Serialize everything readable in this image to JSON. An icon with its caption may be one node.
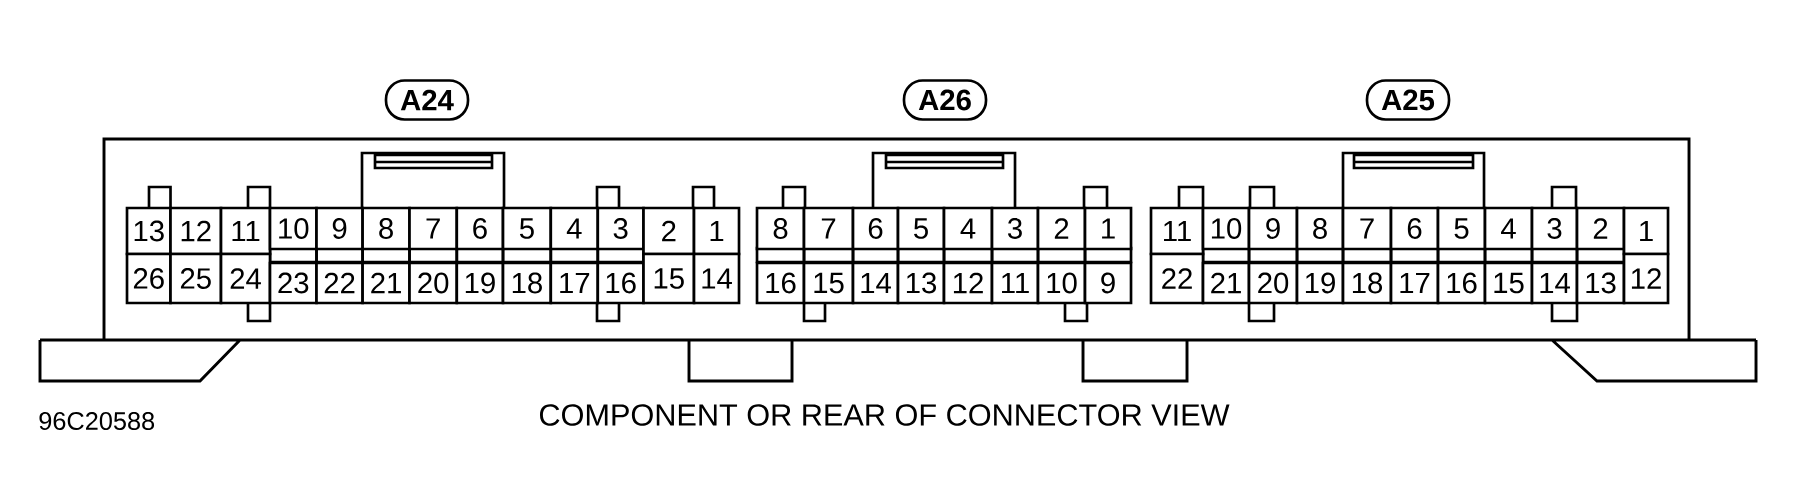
{
  "diagram": {
    "caption": "COMPONENT OR REAR OF CONNECTOR VIEW",
    "nodes": [
      {
        "text": [
          "A24"
        ]
      },
      {
        "text": [
          "A26"
        ]
      },
      {
        "text": [
          "A25"
        ]
      }
    ],
    "labels": [
      "13",
      "12",
      "11",
      "10",
      "9",
      "8",
      "7",
      "6",
      "5",
      "4",
      "3",
      "2",
      "1",
      "26",
      "25",
      "24",
      "23",
      "22",
      "21",
      "20",
      "19",
      "18",
      "17",
      "16",
      "15",
      "14",
      "8",
      "7",
      "6",
      "5",
      "4",
      "3",
      "2",
      "1",
      "16",
      "15",
      "14",
      "13",
      "12",
      "11",
      "10",
      "9",
      "11",
      "10",
      "9",
      "8",
      "7",
      "6",
      "5",
      "4",
      "3",
      "2",
      "1",
      "22",
      "21",
      "20",
      "19",
      "18",
      "17",
      "16",
      "15",
      "14",
      "13",
      "12",
      "96C20588"
    ]
  }
}
